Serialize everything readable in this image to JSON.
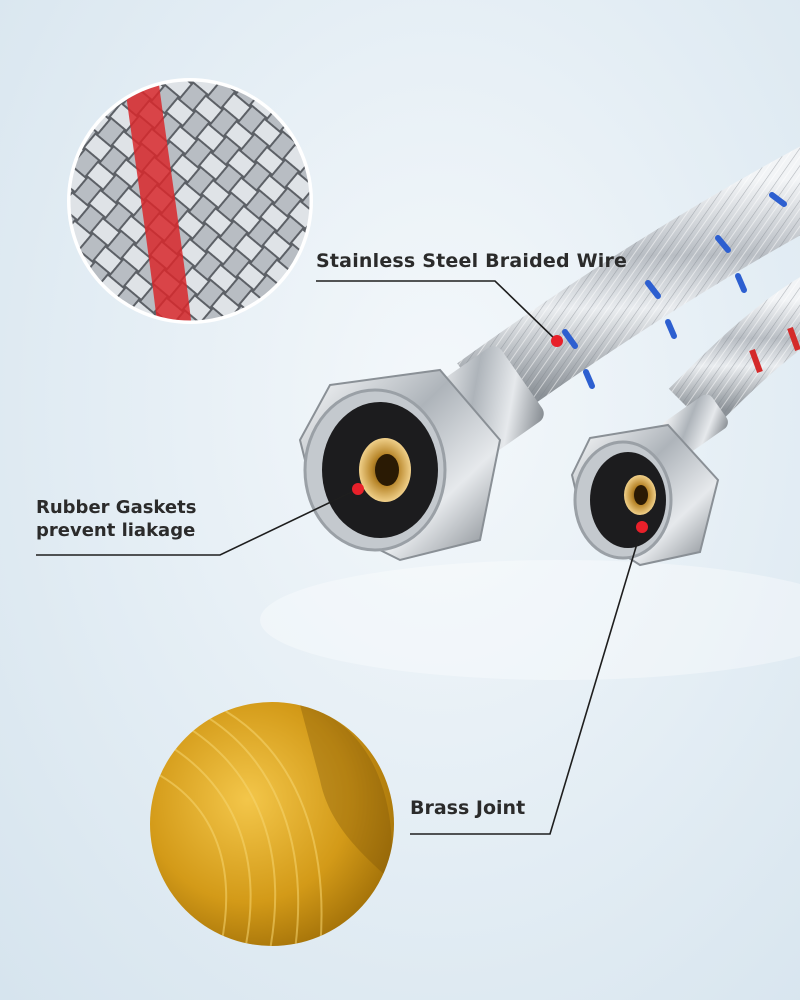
{
  "callouts": {
    "braided_wire": "Stainless Steel Braided Wire",
    "gaskets_line1": "Rubber Gaskets",
    "gaskets_line2": "prevent liakage",
    "brass_joint": "Brass Joint"
  },
  "colors": {
    "background": "#e3edf4",
    "label_text": "#2b2b2b",
    "leader_line": "#1e1e1e",
    "marker_dot": "#e8202a",
    "hose_stripe_blue": "#2d5fd0",
    "hose_stripe_red": "#d42a2a",
    "brass": "#d9a21f",
    "chrome": "#c9ced3"
  }
}
